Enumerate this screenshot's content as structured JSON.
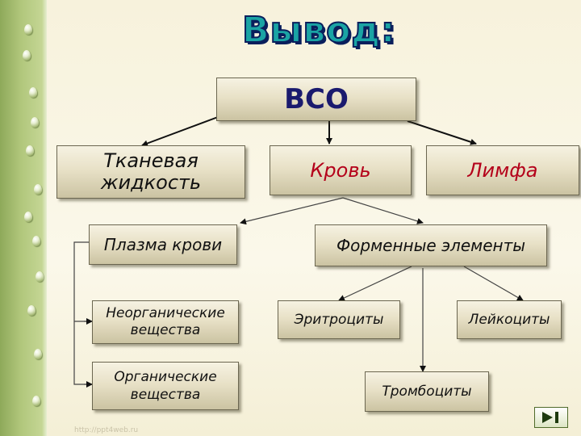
{
  "slide": {
    "title": "Вывод:",
    "watermark": "http://ppt4web.ru",
    "nodes": {
      "root": "ВСО",
      "tissue_fluid_line1": "Тканевая",
      "tissue_fluid_line2": "жидкость",
      "blood": "Кровь",
      "lymph": "Лимфа",
      "plasma": "Плазма крови",
      "formed_elements": "Форменные элементы",
      "inorganic_line1": "Неорганические",
      "inorganic_line2": "вещества",
      "organic_line1": "Органические",
      "organic_line2": "вещества",
      "erythrocytes": "Эритроциты",
      "leukocytes": "Лейкоциты",
      "thrombocytes": "Тромбоциты"
    },
    "colors": {
      "title_fill": "#1aa4a4",
      "title_outline": "#0a1f5c",
      "root_text": "#1a1a6e",
      "blood_lymph_text": "#b4001a",
      "strip": "#b1c77c"
    },
    "nav_icon": "end-navigation-icon"
  }
}
